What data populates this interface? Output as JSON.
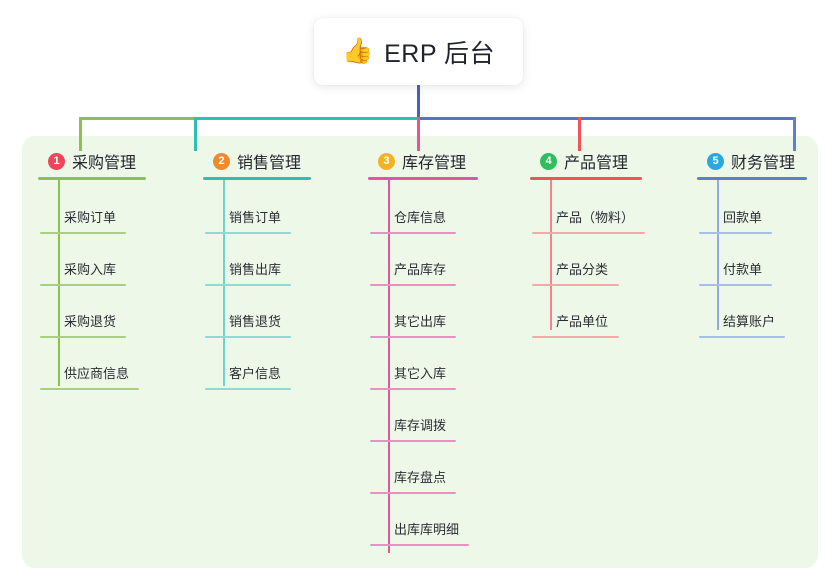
{
  "diagram": {
    "title": "ERP 后台",
    "title_icon": "thumbs-up-icon",
    "title_emoji": "👍",
    "canvas_background": "#ffffff",
    "panel_background": "#eef8e9",
    "root_stem_color": "#4a5ec4"
  },
  "columns": [
    {
      "index": "1",
      "title": "采购管理",
      "badge_color": "#f0465a",
      "line_color": "#8cc152",
      "items": [
        "采购订单",
        "采购入库",
        "采购退货",
        "供应商信息"
      ]
    },
    {
      "index": "2",
      "title": "销售管理",
      "badge_color": "#f08a2a",
      "line_color": "#2dc0b0",
      "items": [
        "销售订单",
        "销售出库",
        "销售退货",
        "客户信息"
      ]
    },
    {
      "index": "3",
      "title": "库存管理",
      "badge_color": "#f5b324",
      "line_color": "#e8539e",
      "items": [
        "仓库信息",
        "产品库存",
        "其它出库",
        "其它入库",
        "库存调拨",
        "库存盘点",
        "出库库明细"
      ]
    },
    {
      "index": "4",
      "title": "产品管理",
      "badge_color": "#2fbd5e",
      "line_color": "#f0535a",
      "items": [
        "产品（物料）",
        "产品分类",
        "产品单位"
      ]
    },
    {
      "index": "5",
      "title": "财务管理",
      "badge_color": "#2aa9e0",
      "line_color": "#5b7fd4",
      "items": [
        "回款单",
        "付款单",
        "结算账户"
      ]
    }
  ],
  "bus": {
    "left_segment_color": "#8cc152",
    "mid_segment_color": "#2dc0b0",
    "right_segment_color": "#5b6fd0"
  }
}
